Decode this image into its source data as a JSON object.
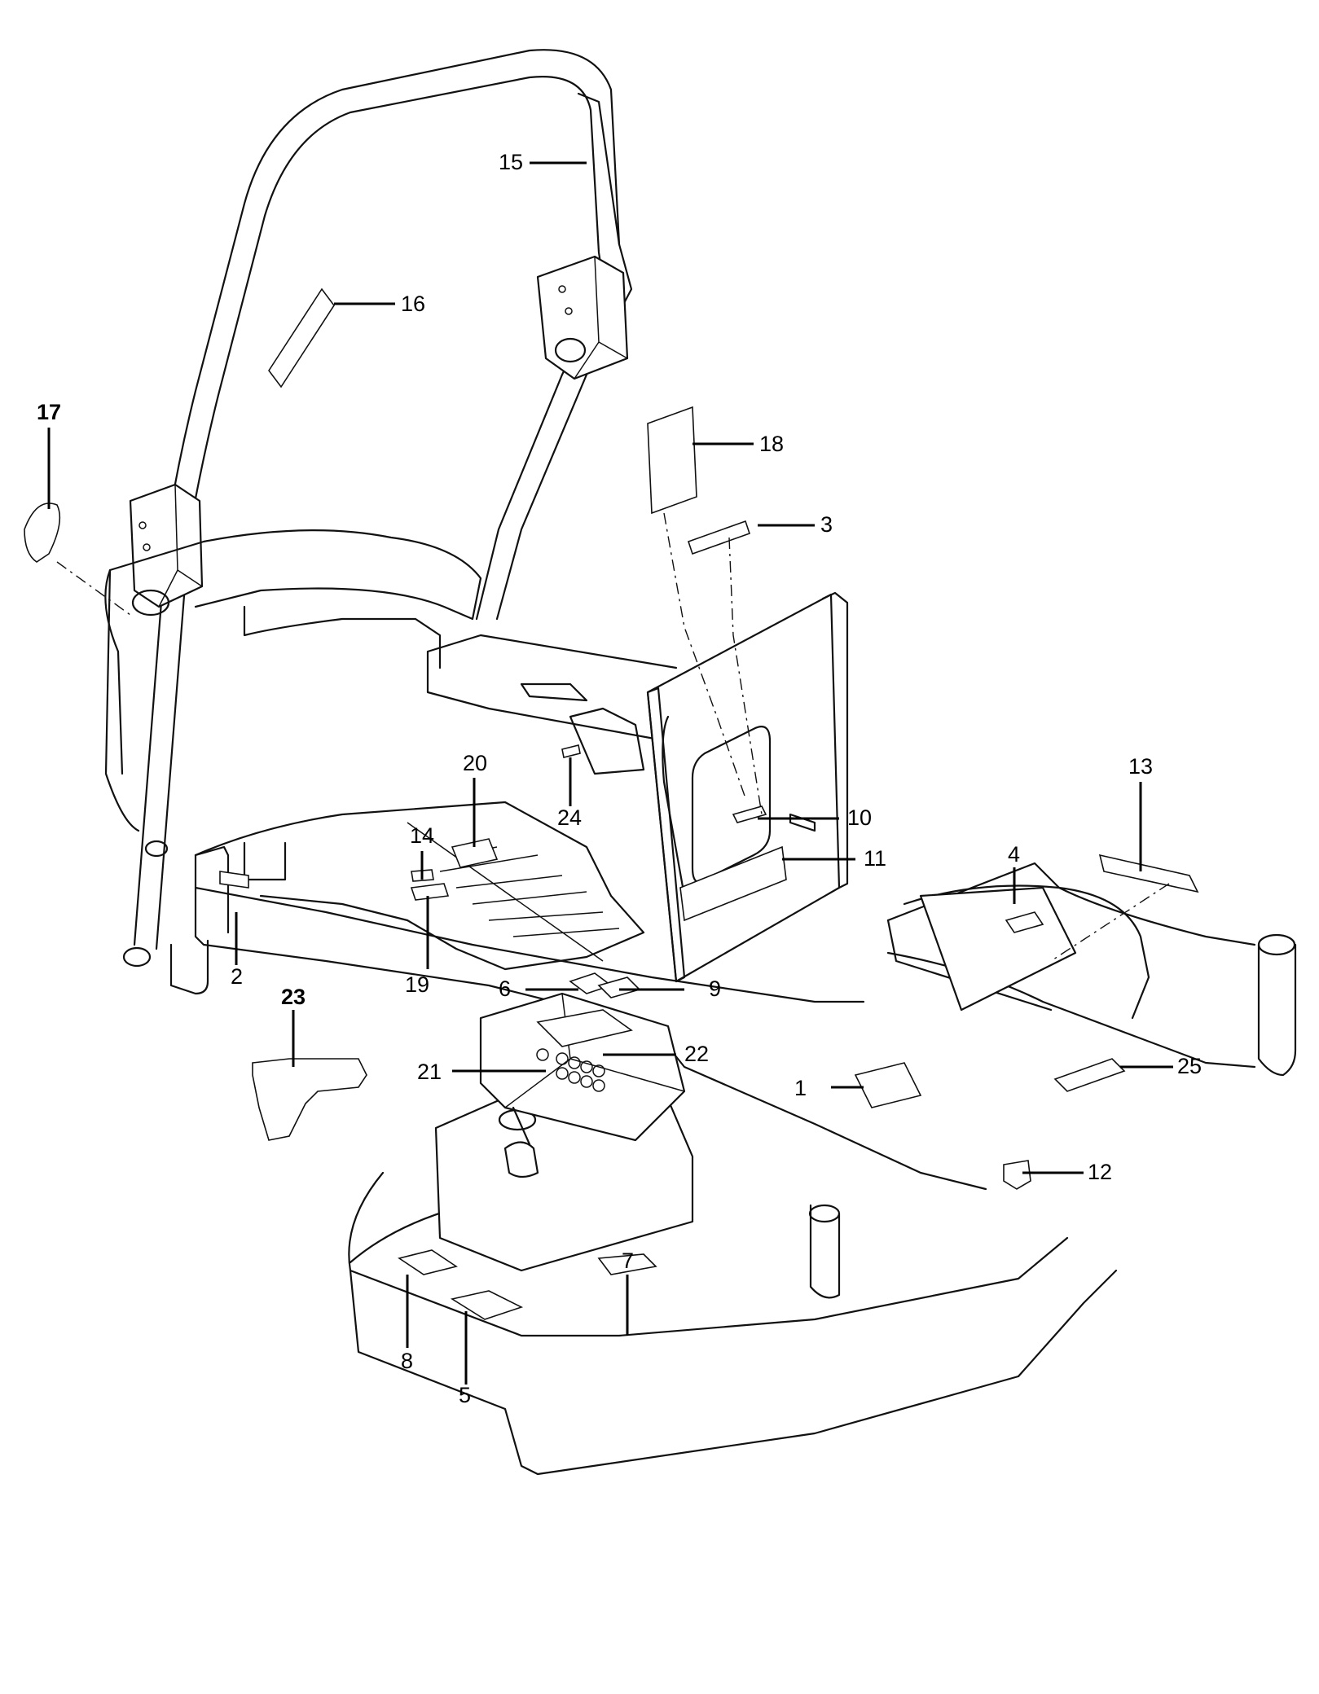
{
  "callouts": [
    {
      "id": "1",
      "label": "1",
      "bold": false
    },
    {
      "id": "2",
      "label": "2",
      "bold": false
    },
    {
      "id": "3",
      "label": "3",
      "bold": false
    },
    {
      "id": "4",
      "label": "4",
      "bold": false
    },
    {
      "id": "5",
      "label": "5",
      "bold": false
    },
    {
      "id": "6",
      "label": "6",
      "bold": false
    },
    {
      "id": "7",
      "label": "7",
      "bold": false
    },
    {
      "id": "8",
      "label": "8",
      "bold": false
    },
    {
      "id": "9",
      "label": "9",
      "bold": false
    },
    {
      "id": "10",
      "label": "10",
      "bold": false
    },
    {
      "id": "11",
      "label": "11",
      "bold": false
    },
    {
      "id": "12",
      "label": "12",
      "bold": false
    },
    {
      "id": "13",
      "label": "13",
      "bold": false
    },
    {
      "id": "14",
      "label": "14",
      "bold": false
    },
    {
      "id": "15",
      "label": "15",
      "bold": false
    },
    {
      "id": "16",
      "label": "16",
      "bold": false
    },
    {
      "id": "17",
      "label": "17",
      "bold": true
    },
    {
      "id": "18",
      "label": "18",
      "bold": false
    },
    {
      "id": "19",
      "label": "19",
      "bold": false
    },
    {
      "id": "20",
      "label": "20",
      "bold": false
    },
    {
      "id": "21",
      "label": "21",
      "bold": false
    },
    {
      "id": "22",
      "label": "22",
      "bold": false
    },
    {
      "id": "23",
      "label": "23",
      "bold": true
    },
    {
      "id": "24",
      "label": "24",
      "bold": false
    },
    {
      "id": "25",
      "label": "25",
      "bold": false
    }
  ],
  "colors": {
    "line": "#111111",
    "background": "#ffffff"
  }
}
